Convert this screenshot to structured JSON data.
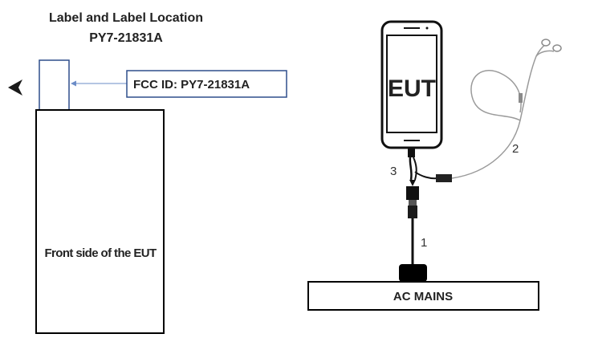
{
  "left_panel": {
    "title_line1": "Label and Label Location",
    "title_line2": "PY7-21831A",
    "fcc_label": "FCC ID: PY7-21831A",
    "front_side_label": "Front side of the EUT",
    "arrow_icon": "arrowhead-left-icon"
  },
  "right_panel": {
    "phone_label": "EUT",
    "ac_mains_label": "AC MAINS",
    "cable_labels": [
      "1",
      "2",
      "3"
    ],
    "icons": [
      "phone-icon",
      "earphones-icon",
      "usb-plug-icon",
      "power-adapter-icon"
    ]
  },
  "colors": {
    "fcc_box_border": "#2f4e8c",
    "pointer_line": "#6b8cc7",
    "outline": "#000000"
  }
}
